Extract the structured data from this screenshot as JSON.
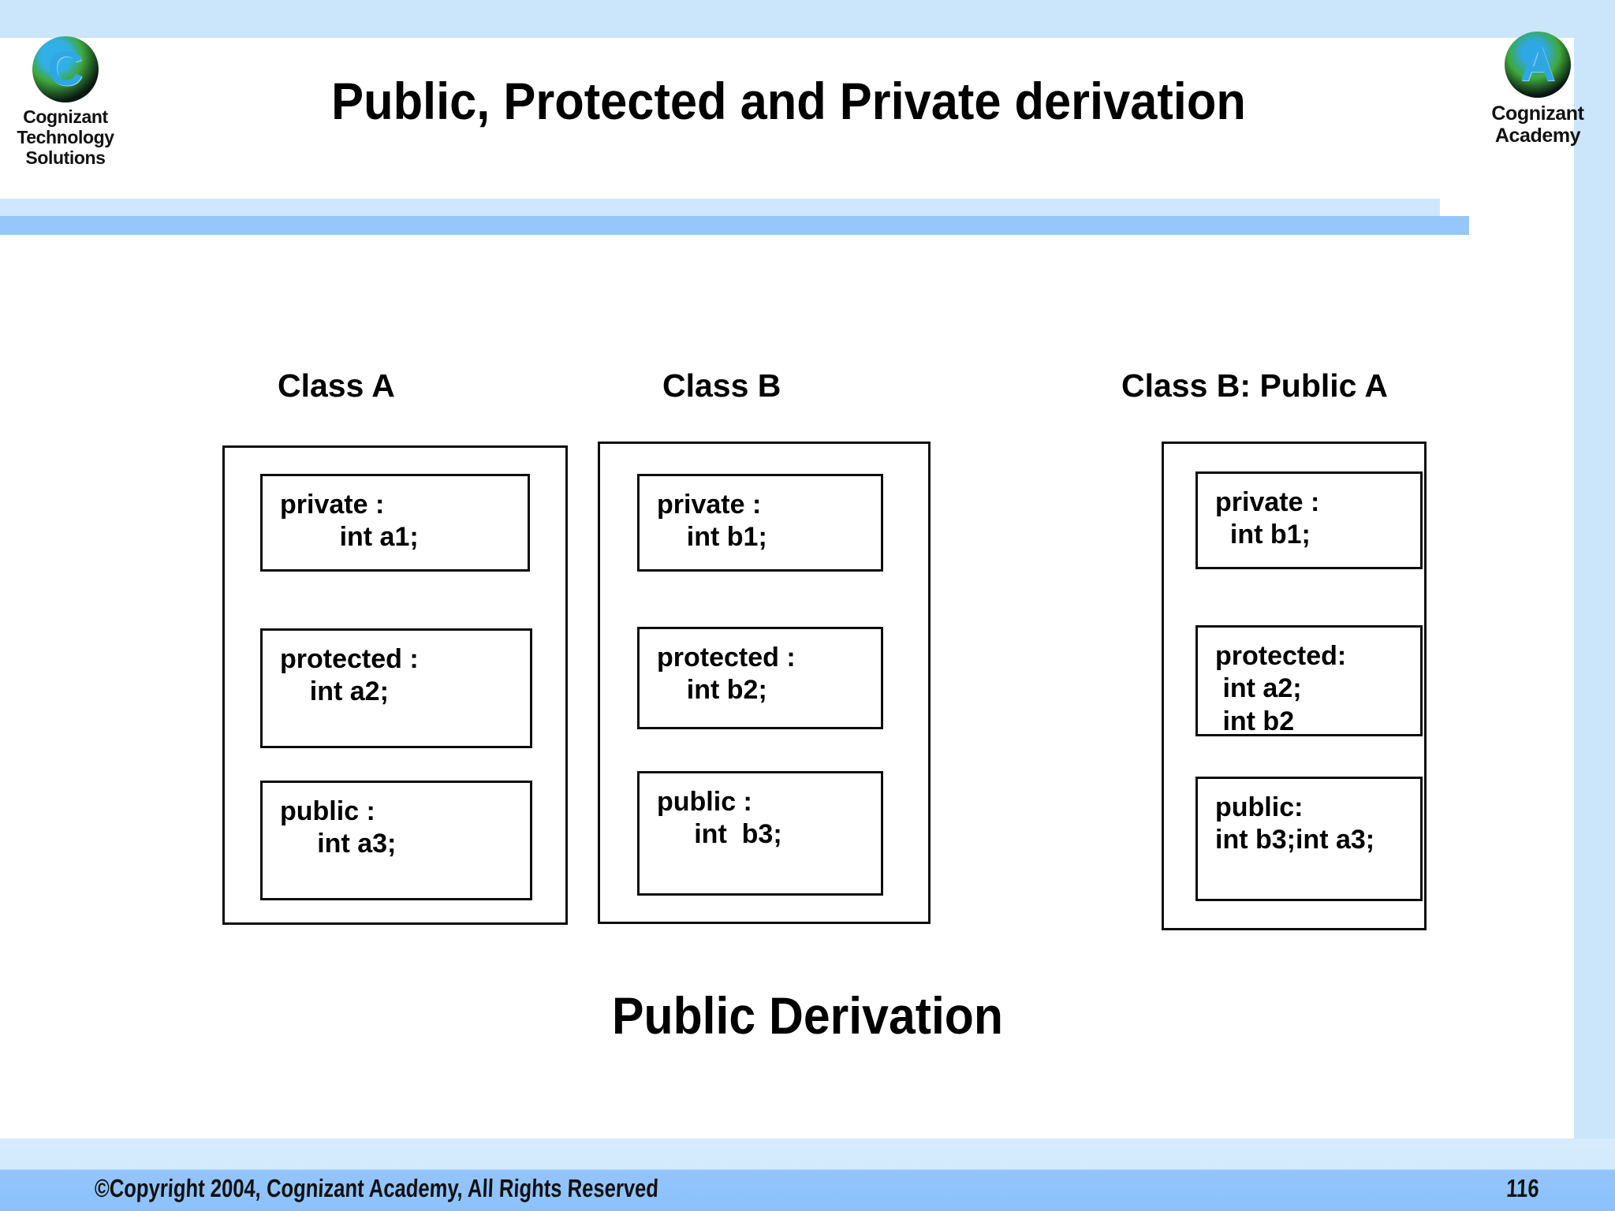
{
  "slide": {
    "title": "Public, Protected and Private derivation",
    "caption": "Public Derivation"
  },
  "logos": {
    "left": {
      "glyph": "C",
      "line1": "Cognizant",
      "line2": "Technology",
      "line3": "Solutions"
    },
    "right": {
      "glyph": "A",
      "line1": "Cognizant",
      "line2": "Academy"
    }
  },
  "diagram": {
    "columns": [
      {
        "heading": "Class A",
        "sections": [
          {
            "name": "private",
            "text": "private :\n        int a1;"
          },
          {
            "name": "protected",
            "text": "protected :\n    int a2;"
          },
          {
            "name": "public",
            "text": "public :\n     int a3;"
          }
        ]
      },
      {
        "heading": "Class B",
        "sections": [
          {
            "name": "private",
            "text": "private :\n    int b1;"
          },
          {
            "name": "protected",
            "text": "protected :\n    int b2;"
          },
          {
            "name": "public",
            "text": "public :\n     int  b3;"
          }
        ]
      },
      {
        "heading": "Class B: Public A",
        "sections": [
          {
            "name": "private",
            "text": "private :\n  int b1;"
          },
          {
            "name": "protected",
            "text": "protected:\n int a2;\n int b2"
          },
          {
            "name": "public",
            "text": "public:\nint b3;int a3;"
          }
        ]
      }
    ]
  },
  "footer": {
    "copyright": "©Copyright 2004, Cognizant Academy, All Rights Reserved",
    "page_number": "116"
  },
  "colors": {
    "band_light": "#cbe6fb",
    "band_rule_light": "#cfe7fc",
    "band_rule_dark": "#95c7fa",
    "footer_top": "#d7ecfd",
    "footer_bottom": "#8cc1fb",
    "box_border": "#0d0d0d",
    "text": "#000000"
  }
}
